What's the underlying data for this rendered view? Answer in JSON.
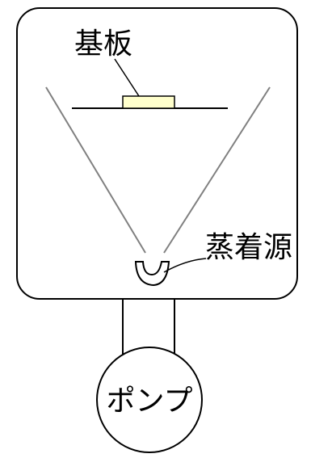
{
  "labels": {
    "substrate": "基板",
    "evaporation_source": "蒸着源",
    "pump": "ポンプ"
  },
  "colors": {
    "outline": "#000000",
    "beam_lines": "#808080",
    "substrate_fill": "#FFFFCC",
    "background": "#FFFFFF"
  }
}
